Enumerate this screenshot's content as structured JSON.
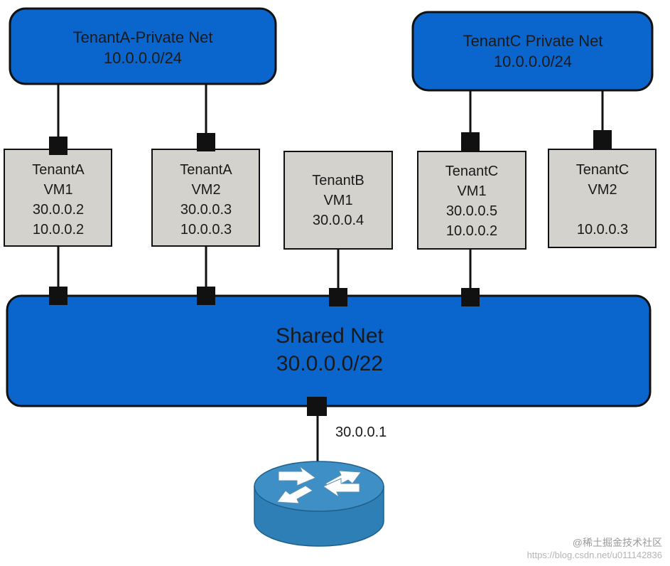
{
  "networks": {
    "tenant_a_private": {
      "name": "TenantA-Private Net",
      "cidr": "10.0.0.0/24"
    },
    "tenant_c_private": {
      "name": "TenantC Private Net",
      "cidr": "10.0.0.0/24"
    },
    "shared": {
      "name": "Shared Net",
      "cidr": "30.0.0.0/22"
    }
  },
  "vms": [
    {
      "tenant": "TenantA",
      "vm": "VM1",
      "shared_ip": "30.0.0.2",
      "private_ip": "10.0.0.2"
    },
    {
      "tenant": "TenantA",
      "vm": "VM2",
      "shared_ip": "30.0.0.3",
      "private_ip": "10.0.0.3"
    },
    {
      "tenant": "TenantB",
      "vm": "VM1",
      "shared_ip": "30.0.0.4",
      "private_ip": ""
    },
    {
      "tenant": "TenantC",
      "vm": "VM1",
      "shared_ip": "30.0.0.5",
      "private_ip": "10.0.0.2"
    },
    {
      "tenant": "TenantC",
      "vm": "VM2",
      "shared_ip": "",
      "private_ip": "10.0.0.3"
    }
  ],
  "router": {
    "gateway_ip": "30.0.0.1",
    "icon": "router-icon"
  },
  "watermark": {
    "line1": "@稀土掘金技术社区",
    "line2": "https://blog.csdn.net/u011142836"
  },
  "colors": {
    "net_fill": "#0a66cc",
    "net_stroke": "#111111",
    "vm_fill": "#d4d2cc",
    "port": "#111111",
    "router_top": "#3e8fc6",
    "router_side": "#2e7fb5"
  }
}
